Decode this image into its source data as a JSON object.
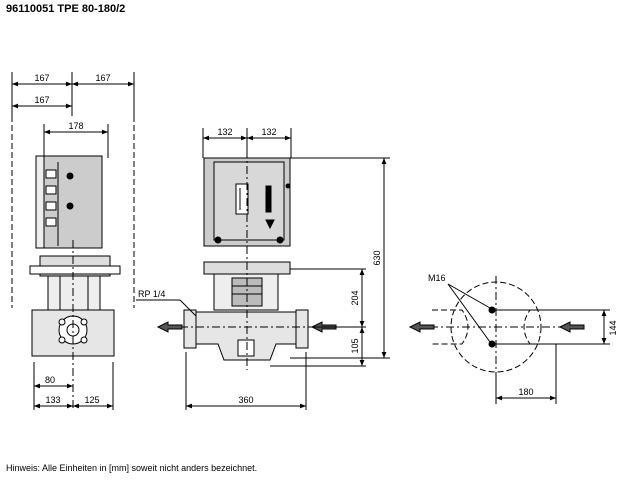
{
  "title": "96110051 TPE 80-180/2",
  "footnote": "Hinweis: Alle Einheiten in [mm] soweit nicht anders bezeichnet.",
  "dimensions": {
    "side_top_left": "167",
    "side_top_right": "167",
    "side_second": "167",
    "side_motor": "178",
    "side_bottom_80": "80",
    "side_bottom_133": "133",
    "side_bottom_125": "125",
    "front_left": "132",
    "front_right": "132",
    "front_total_height": "630",
    "front_flange_height": "204",
    "front_base_height": "105",
    "front_length": "360",
    "front_port_label": "RP 1/4",
    "foot_bolt_label": "M16",
    "foot_width": "180",
    "foot_height": "144"
  }
}
